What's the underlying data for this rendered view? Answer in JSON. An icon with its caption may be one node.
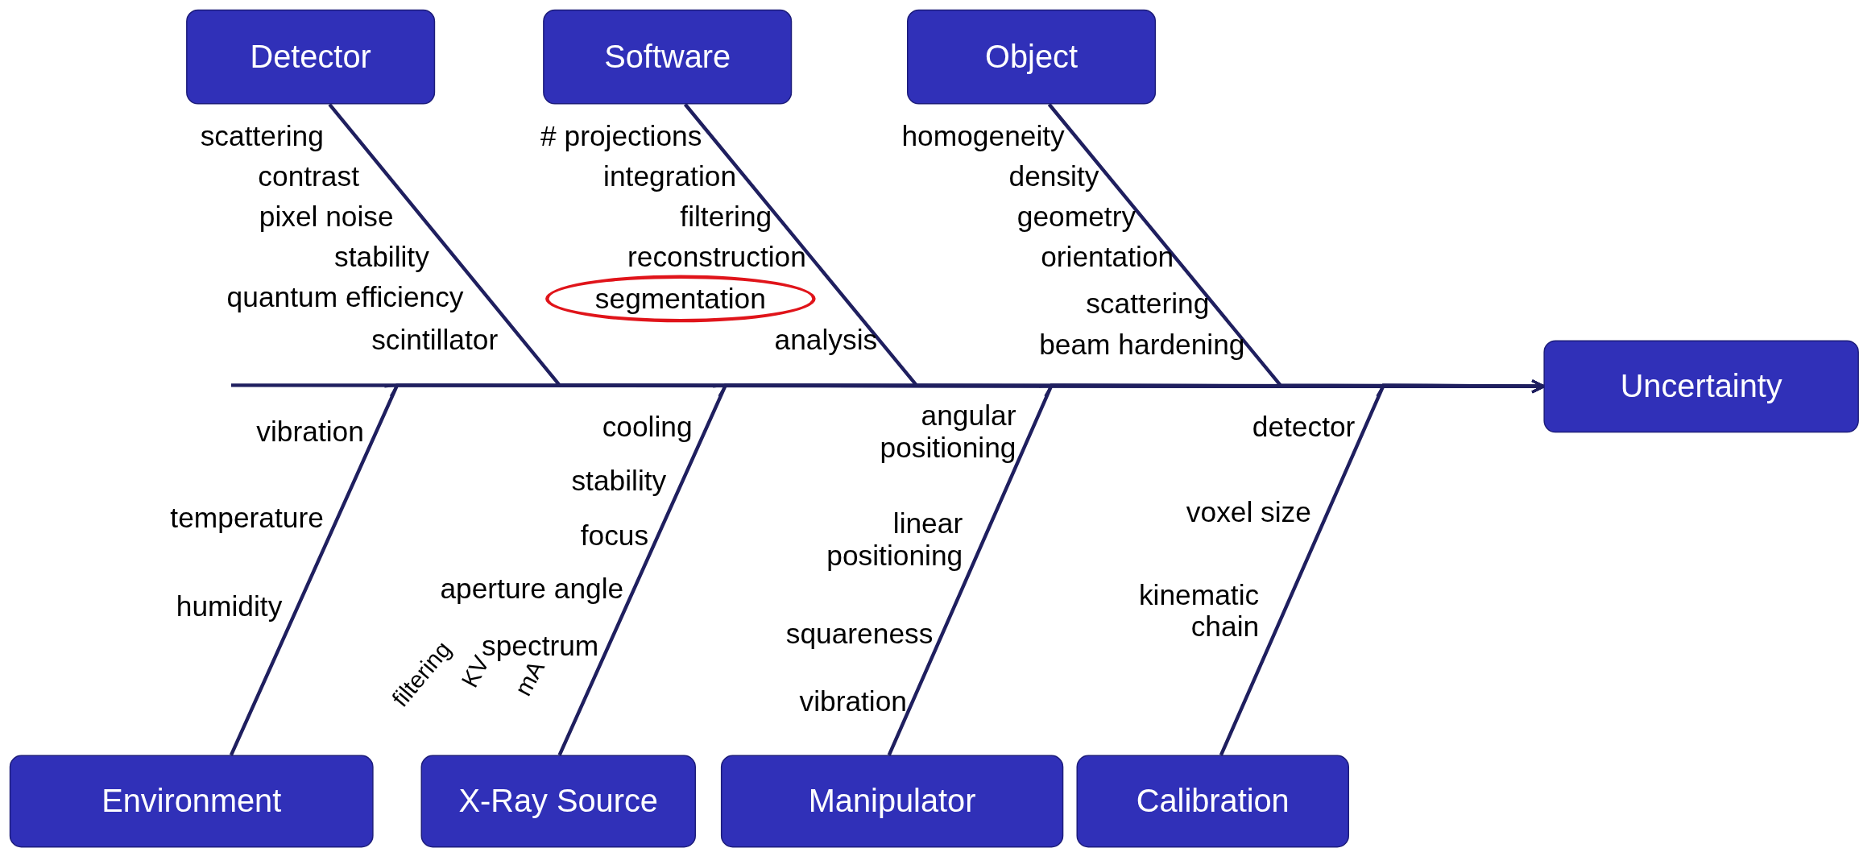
{
  "diagram": {
    "nodes": [
      {
        "text": [
          "Detector"
        ]
      },
      {
        "text": [
          "Software"
        ]
      },
      {
        "text": [
          "Object"
        ]
      },
      {
        "text": [
          "segmentation"
        ]
      },
      {
        "text": [
          "Uncertainty"
        ]
      },
      {
        "text": [
          "Environment"
        ]
      },
      {
        "text": [
          "X-Ray Source"
        ]
      },
      {
        "text": [
          "Manipulator"
        ]
      },
      {
        "text": [
          "Calibration"
        ]
      }
    ],
    "edges": [
      {
        "from": 0,
        "to": 4,
        "arrow": "to"
      },
      {
        "from": 1,
        "to": 4,
        "arrow": "to"
      },
      {
        "from": 2,
        "to": 4,
        "arrow": "to"
      },
      {
        "from": 5,
        "to": 4,
        "arrow": "to"
      },
      {
        "from": 6,
        "to": 4,
        "arrow": "to"
      },
      {
        "from": 7,
        "to": 4,
        "arrow": "to"
      },
      {
        "from": 8,
        "to": 4,
        "arrow": "to"
      },
      {
        "from": null,
        "to": 4,
        "arrow": "to"
      }
    ],
    "labels": [
      "scattering",
      "contrast",
      "pixel noise",
      "stability",
      "quantum efficiency",
      "scintillator",
      "# projections",
      "integration",
      "filtering",
      "reconstruction",
      "analysis",
      "homogeneity",
      "density",
      "geometry",
      "orientation",
      "scattering",
      "beam hardening",
      "vibration",
      "temperature",
      "humidity",
      "cooling",
      "stability",
      "focus",
      "aperture angle",
      "spectrum",
      "filtering",
      "KV",
      "mA",
      "angular positioning",
      "linear positioning",
      "squareness",
      "vibration",
      "detector",
      "voxel size",
      "kinematic chain"
    ]
  }
}
